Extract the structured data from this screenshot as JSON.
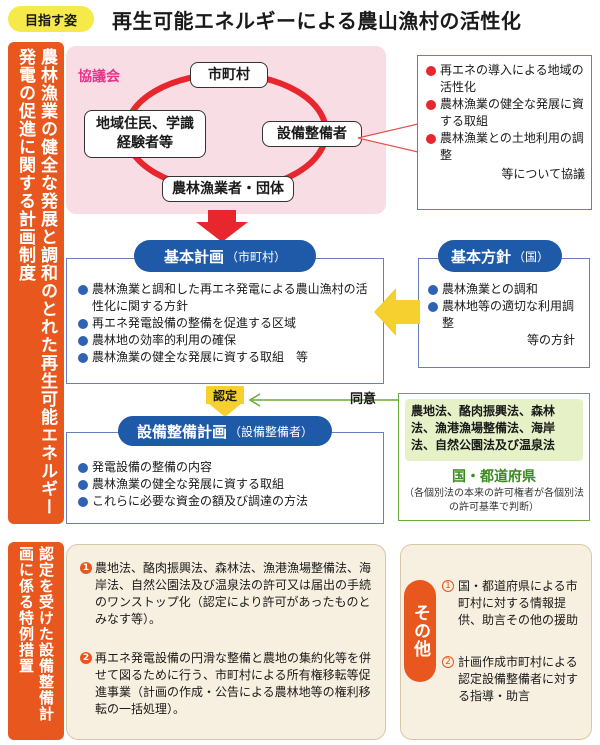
{
  "header": {
    "badge": "目指す姿",
    "title": "再生可能エネルギーによる農山漁村の活性化"
  },
  "left_label_1": "農林漁業の健全な発展と調和のとれた再生可能エネルギー発電の促進に関する計画制度",
  "left_label_2": "認定を受けた設備整備計画に係る特例措置",
  "council": {
    "title": "協議会",
    "nodes": {
      "municipality": "市町村",
      "residents": "地域住民、学識経験者等",
      "equipment_developer": "設備整備者",
      "farmers_group": "農林漁業者・団体"
    }
  },
  "council_items": {
    "items": [
      "再エネの導入による地域の活性化",
      "農林漁業の健全な発展に資する取組",
      "農林漁業との土地利用の調整"
    ],
    "footer": "等について協議"
  },
  "basic_plan": {
    "title": "基本計画",
    "sub": "（市町村）",
    "items": [
      "農林漁業と調和した再エネ発電による農山漁村の活性化に関する方針",
      "再エネ発電設備の整備を促進する区域",
      "農林地の効率的利用の確保",
      "農林漁業の健全な発展に資する取組　等"
    ]
  },
  "basic_policy": {
    "title": "基本方針",
    "sub": "（国）",
    "items": [
      "農林漁業との調和",
      "農林地等の適切な利用調整"
    ],
    "footer": "等の方針"
  },
  "labels": {
    "approval": "認定",
    "consent": "同意"
  },
  "equipment_plan": {
    "title": "設備整備計画",
    "sub": "（設備整備者）",
    "items": [
      "発電設備の整備の内容",
      "農林漁業の健全な発展に資する取組",
      "これらに必要な資金の額及び調達の方法"
    ]
  },
  "laws_box": {
    "laws": "農地法、酪肉振興法、森林法、漁港漁場整備法、海岸法、自然公園法及び温泉法",
    "authority": "国・都道府県",
    "note": "（各個別法の本来の許可権者が各個別法の許可基準で判断）"
  },
  "special_measures": {
    "items": [
      {
        "num": "1",
        "text": "農地法、酪肉振興法、森林法、漁港漁場整備法、海岸法、自然公園法及び温泉法の許可又は届出の手続のワンストップ化（認定により許可があったものとみなす等）。"
      },
      {
        "num": "2",
        "text": "再エネ発電設備の円滑な整備と農地の集約化等を併せて図るために行う、市町村による所有権移転等促進事業（計画の作成・公告による農林地等の権利移転の一括処理）。"
      }
    ]
  },
  "other": {
    "label": "その他",
    "items": [
      {
        "num": "1",
        "text": "国・都道府県による市町村に対する情報提供、助言その他の援助"
      },
      {
        "num": "2",
        "text": "計画作成市町村による認定設備整備者に対する指導・助言"
      }
    ]
  },
  "colors": {
    "accent_orange": "#e8581e",
    "navy": "#1e5aa8",
    "pink": "#f9dde4",
    "green": "#6aaa3a",
    "red": "#e8262e",
    "yellow": "#f6ea4a"
  }
}
